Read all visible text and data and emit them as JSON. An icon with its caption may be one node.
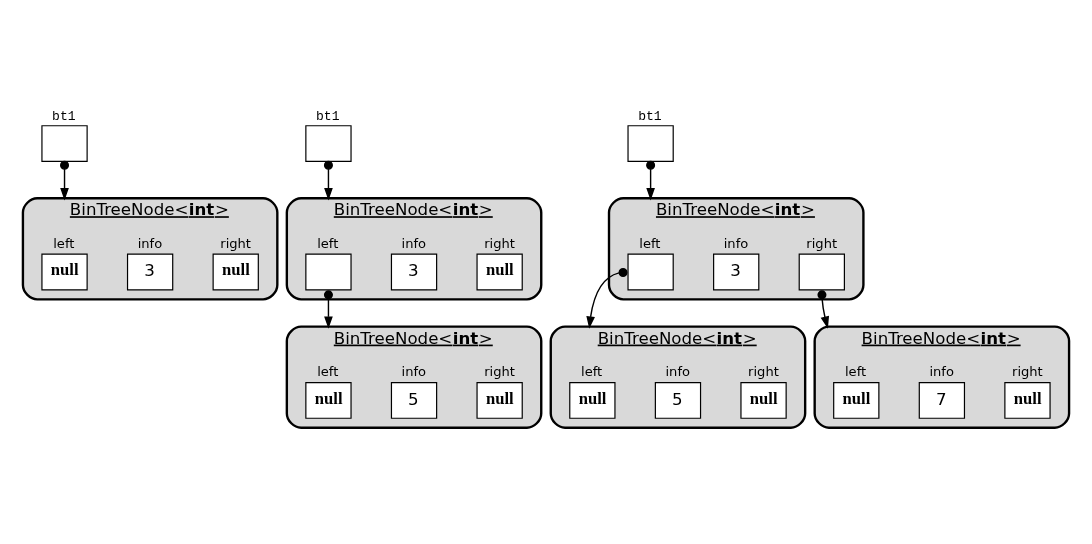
{
  "diagram": {
    "nodes": [
      {
        "text": [],
        "shape": "box",
        "beside": [
          "bt1"
        ]
      },
      {
        "text": [
          "BinTreeNode<**int**>"
        ]
      },
      {
        "text": [
          "null"
        ],
        "beside": [
          "left"
        ],
        "in": 1
      },
      {
        "text": [
          "3"
        ],
        "beside": [
          "info"
        ],
        "in": 1
      },
      {
        "text": [
          "null"
        ],
        "beside": [
          "right"
        ],
        "in": 1
      },
      {
        "text": [],
        "shape": "box",
        "beside": [
          "bt1"
        ]
      },
      {
        "text": [
          "BinTreeNode<**int**>"
        ]
      },
      {
        "text": [],
        "shape": "box",
        "beside": [
          "left"
        ],
        "in": 6
      },
      {
        "text": [
          "3"
        ],
        "beside": [
          "info"
        ],
        "in": 6
      },
      {
        "text": [
          "null"
        ],
        "beside": [
          "right"
        ],
        "in": 6
      },
      {
        "text": [
          "BinTreeNode<**int**>"
        ]
      },
      {
        "text": [
          "null"
        ],
        "beside": [
          "left"
        ],
        "in": 10
      },
      {
        "text": [
          "5"
        ],
        "beside": [
          "info"
        ],
        "in": 10
      },
      {
        "text": [
          "null"
        ],
        "beside": [
          "right"
        ],
        "in": 10
      },
      {
        "text": [],
        "shape": "box",
        "beside": [
          "bt1"
        ]
      },
      {
        "text": [
          "BinTreeNode<**int**>"
        ]
      },
      {
        "text": [],
        "shape": "box",
        "beside": [
          "left"
        ],
        "in": 15
      },
      {
        "text": [
          "3"
        ],
        "beside": [
          "info"
        ],
        "in": 15
      },
      {
        "text": [],
        "shape": "box",
        "beside": [
          "right"
        ],
        "in": 15
      },
      {
        "text": [
          "BinTreeNode<**int**>"
        ]
      },
      {
        "text": [
          "null"
        ],
        "beside": [
          "left"
        ],
        "in": 19
      },
      {
        "text": [
          "5"
        ],
        "beside": [
          "info"
        ],
        "in": 19
      },
      {
        "text": [
          "null"
        ],
        "beside": [
          "right"
        ],
        "in": 19
      },
      {
        "text": [
          "BinTreeNode<**int**>"
        ]
      },
      {
        "text": [
          "null"
        ],
        "beside": [
          "left"
        ],
        "in": 23
      },
      {
        "text": [
          "7"
        ],
        "beside": [
          "info"
        ],
        "in": 23
      },
      {
        "text": [
          "null"
        ],
        "beside": [
          "right"
        ],
        "in": 23
      }
    ],
    "edges": [
      {
        "from": 0,
        "to": 1,
        "arrow": "to"
      },
      {
        "from": 5,
        "to": 6,
        "arrow": "to"
      },
      {
        "from": 7,
        "to": 10,
        "arrow": "to"
      },
      {
        "from": 14,
        "to": 15,
        "arrow": "to"
      },
      {
        "from": 16,
        "to": 19,
        "arrow": "to"
      },
      {
        "from": 18,
        "to": 23,
        "arrow": "to"
      }
    ]
  }
}
